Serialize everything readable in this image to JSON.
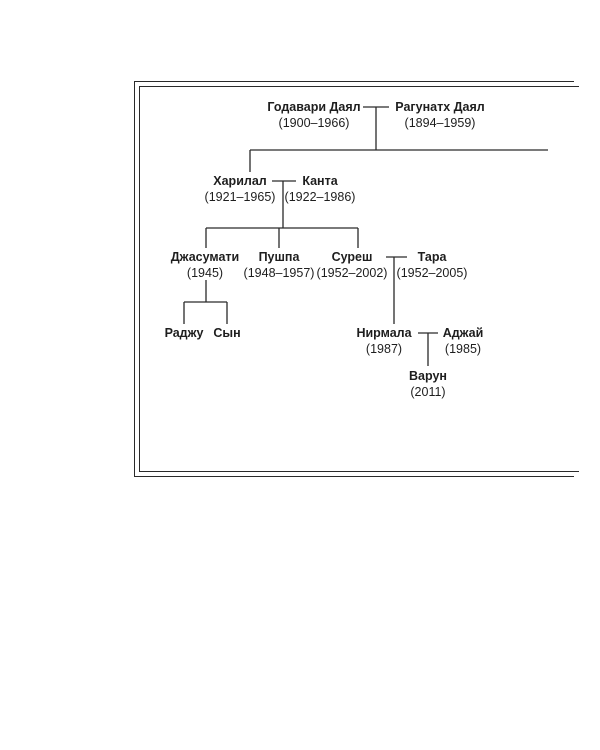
{
  "tree": {
    "godavari": {
      "name": "Годавари Даял",
      "dates": "(1900–1966)"
    },
    "ragunath": {
      "name": "Рагунатх Даял",
      "dates": "(1894–1959)"
    },
    "harilal": {
      "name": "Харилал",
      "dates": "(1921–1965)"
    },
    "kanta": {
      "name": "Канта",
      "dates": "(1922–1986)"
    },
    "jasumati": {
      "name": "Джасумати",
      "dates": "(1945)"
    },
    "pushpa": {
      "name": "Пушпа",
      "dates": "(1948–1957)"
    },
    "suresh": {
      "name": "Суреш",
      "dates": "(1952–2002)"
    },
    "tara": {
      "name": "Тара",
      "dates": "(1952–2005)"
    },
    "raju": {
      "name": "Раджу"
    },
    "son": {
      "name": "Сын"
    },
    "nirmala": {
      "name": "Нирмала",
      "dates": "(1987)"
    },
    "ajay": {
      "name": "Аджай",
      "dates": "(1985)"
    },
    "varun": {
      "name": "Варун",
      "dates": "(2011)"
    }
  }
}
